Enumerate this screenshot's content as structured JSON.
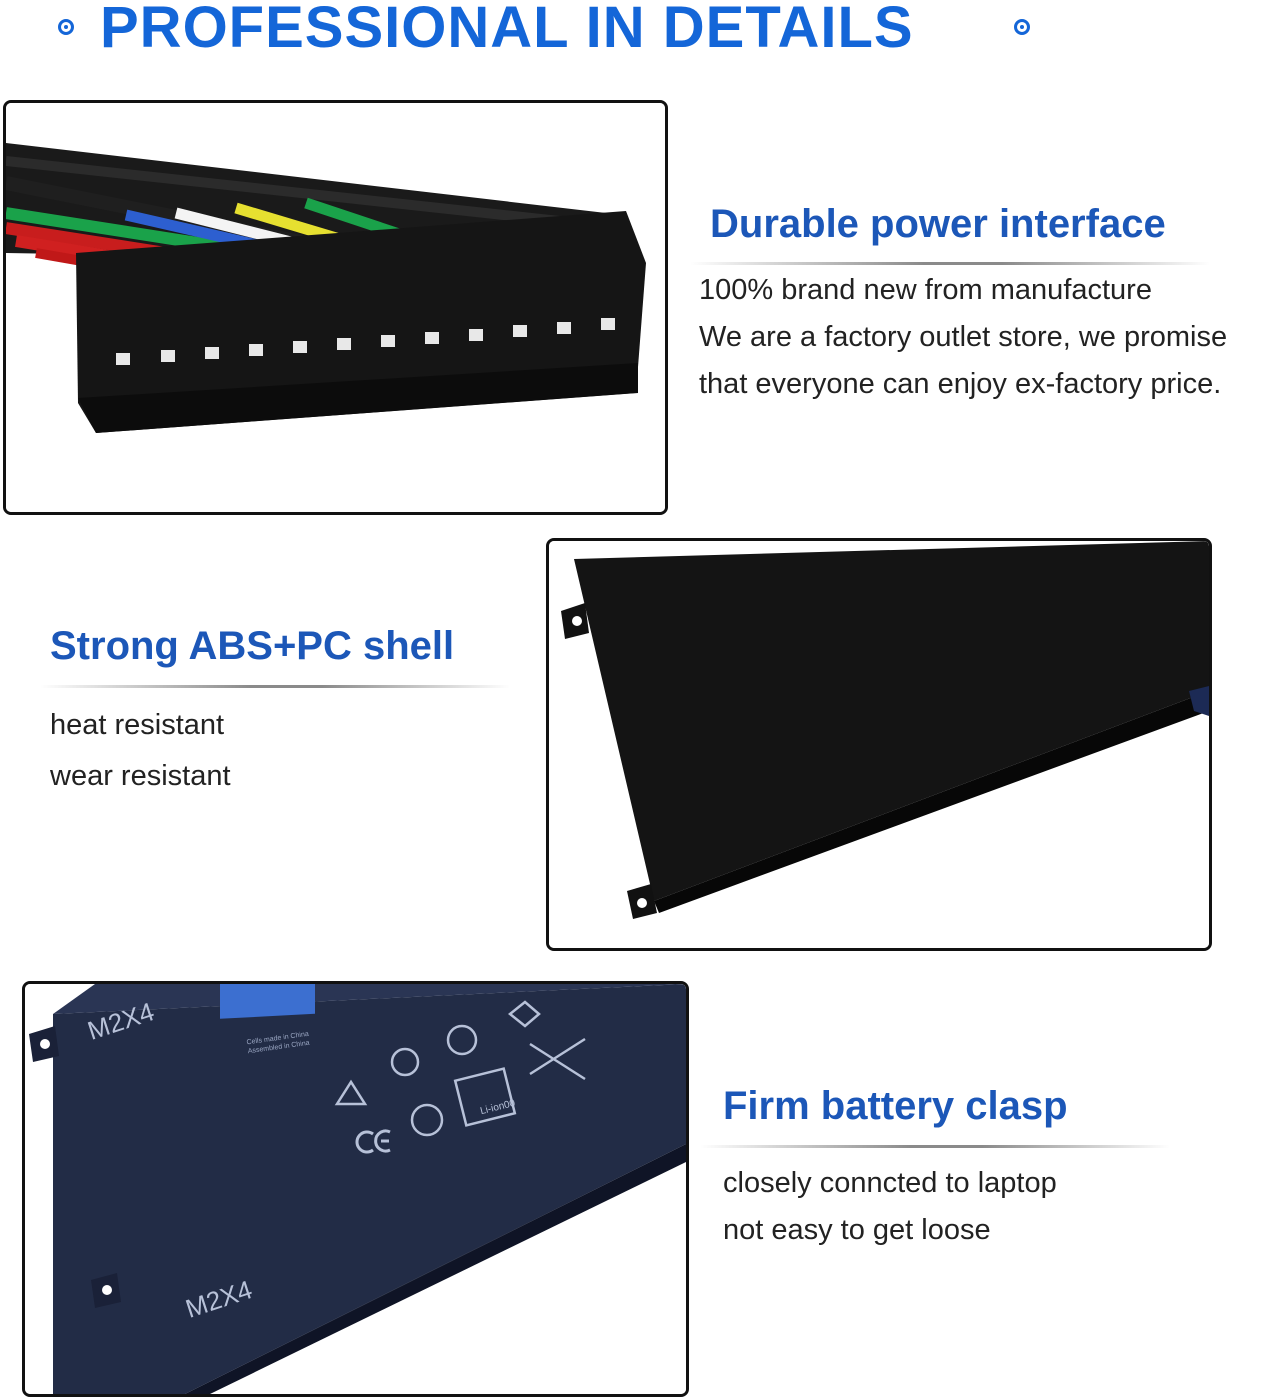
{
  "header": {
    "title": "PROFESSIONAL IN DETAILS"
  },
  "sections": [
    {
      "heading": "Durable power interface",
      "lines": [
        "100% brand new from manufacture",
        "We are a factory outlet store, we promise",
        "that everyone can enjoy ex-factory price."
      ]
    },
    {
      "heading": "Strong ABS+PC shell",
      "lines": [
        "heat resistant",
        "wear resistant"
      ]
    },
    {
      "heading": "Firm battery clasp",
      "lines": [
        "closely conncted to laptop",
        "not easy to get loose"
      ]
    }
  ],
  "battery_label": {
    "screw_marks": [
      "M2X4",
      "M2X4"
    ],
    "cell_text": [
      "Cells made in China",
      "Assembled in China"
    ],
    "cert_badge": "Li-ion00"
  },
  "colors": {
    "accent": "#1466d8",
    "heading": "#1c57b8",
    "text": "#222222"
  }
}
